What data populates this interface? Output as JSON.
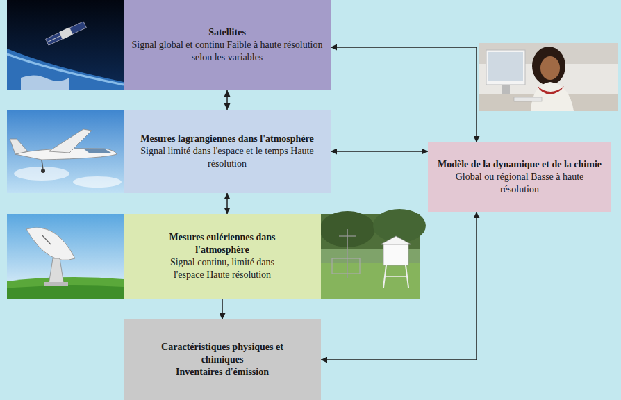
{
  "diagram": {
    "nodes": [
      {
        "text": [
          "Satellites",
          "Signal global et continu Faible à haute résolution selon les variables"
        ]
      },
      {
        "text": [
          "Mesures lagrangiennes dans l'atmosphère",
          "Signal limité dans l'espace et le temps Haute résolution"
        ]
      },
      {
        "text": [
          "Mesures eulériennes dans l'atmosphère",
          "Signal continu, limité dans l'espace Haute résolution"
        ]
      },
      {
        "text": [
          "Caractéristiques physiques et chimiques",
          "Inventaires d'émission"
        ]
      },
      {
        "text": [
          "Modèle de la dynamique et de la chimie",
          "Global ou régional Basse à haute résolution"
        ]
      }
    ],
    "edges": [
      {
        "from": 0,
        "to": 1,
        "arrow": "both"
      },
      {
        "from": 1,
        "to": 2,
        "arrow": "both"
      },
      {
        "from": 2,
        "to": 3,
        "arrow": "to"
      },
      {
        "from": 0,
        "to": 4,
        "arrow": "both"
      },
      {
        "from": 1,
        "to": 4,
        "arrow": "both"
      },
      {
        "from": 3,
        "to": 4,
        "arrow": "both"
      }
    ]
  }
}
